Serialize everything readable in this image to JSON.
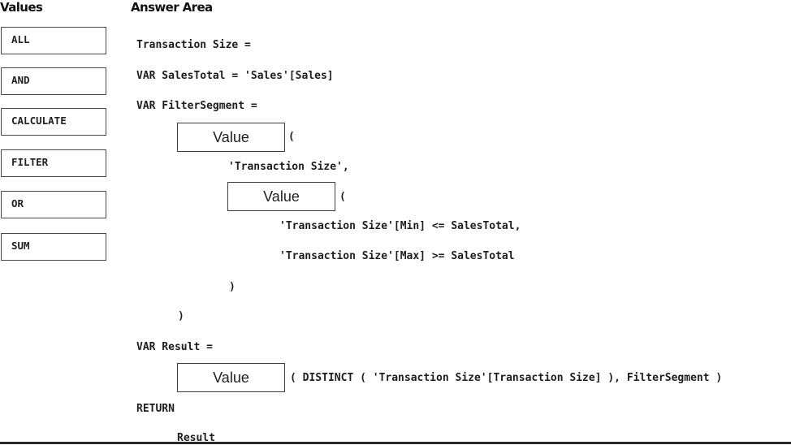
{
  "headings": {
    "values": "Values",
    "answer_area": "Answer Area"
  },
  "values": [
    {
      "label": "ALL"
    },
    {
      "label": "AND"
    },
    {
      "label": "CALCULATE"
    },
    {
      "label": "FILTER"
    },
    {
      "label": "OR"
    },
    {
      "label": "SUM"
    }
  ],
  "code": {
    "line1": "Transaction Size =",
    "line2": "VAR SalesTotal = 'Sales'[Sales]",
    "line3": "VAR FilterSegment =",
    "open_paren_1": "(",
    "line5": "'Transaction Size',",
    "open_paren_2": "(",
    "line7": "'Transaction Size'[Min] <= SalesTotal,",
    "line8": "'Transaction Size'[Max] >= SalesTotal",
    "close_paren_inner": ")",
    "close_paren_outer": ")",
    "line11": "VAR Result =",
    "line12_tail": "( DISTINCT ( 'Transaction Size'[Transaction Size] ), FilterSegment )",
    "line13": "RETURN",
    "line14": "Result"
  },
  "slots": {
    "slot1": "Value",
    "slot2": "Value",
    "slot3": "Value"
  }
}
